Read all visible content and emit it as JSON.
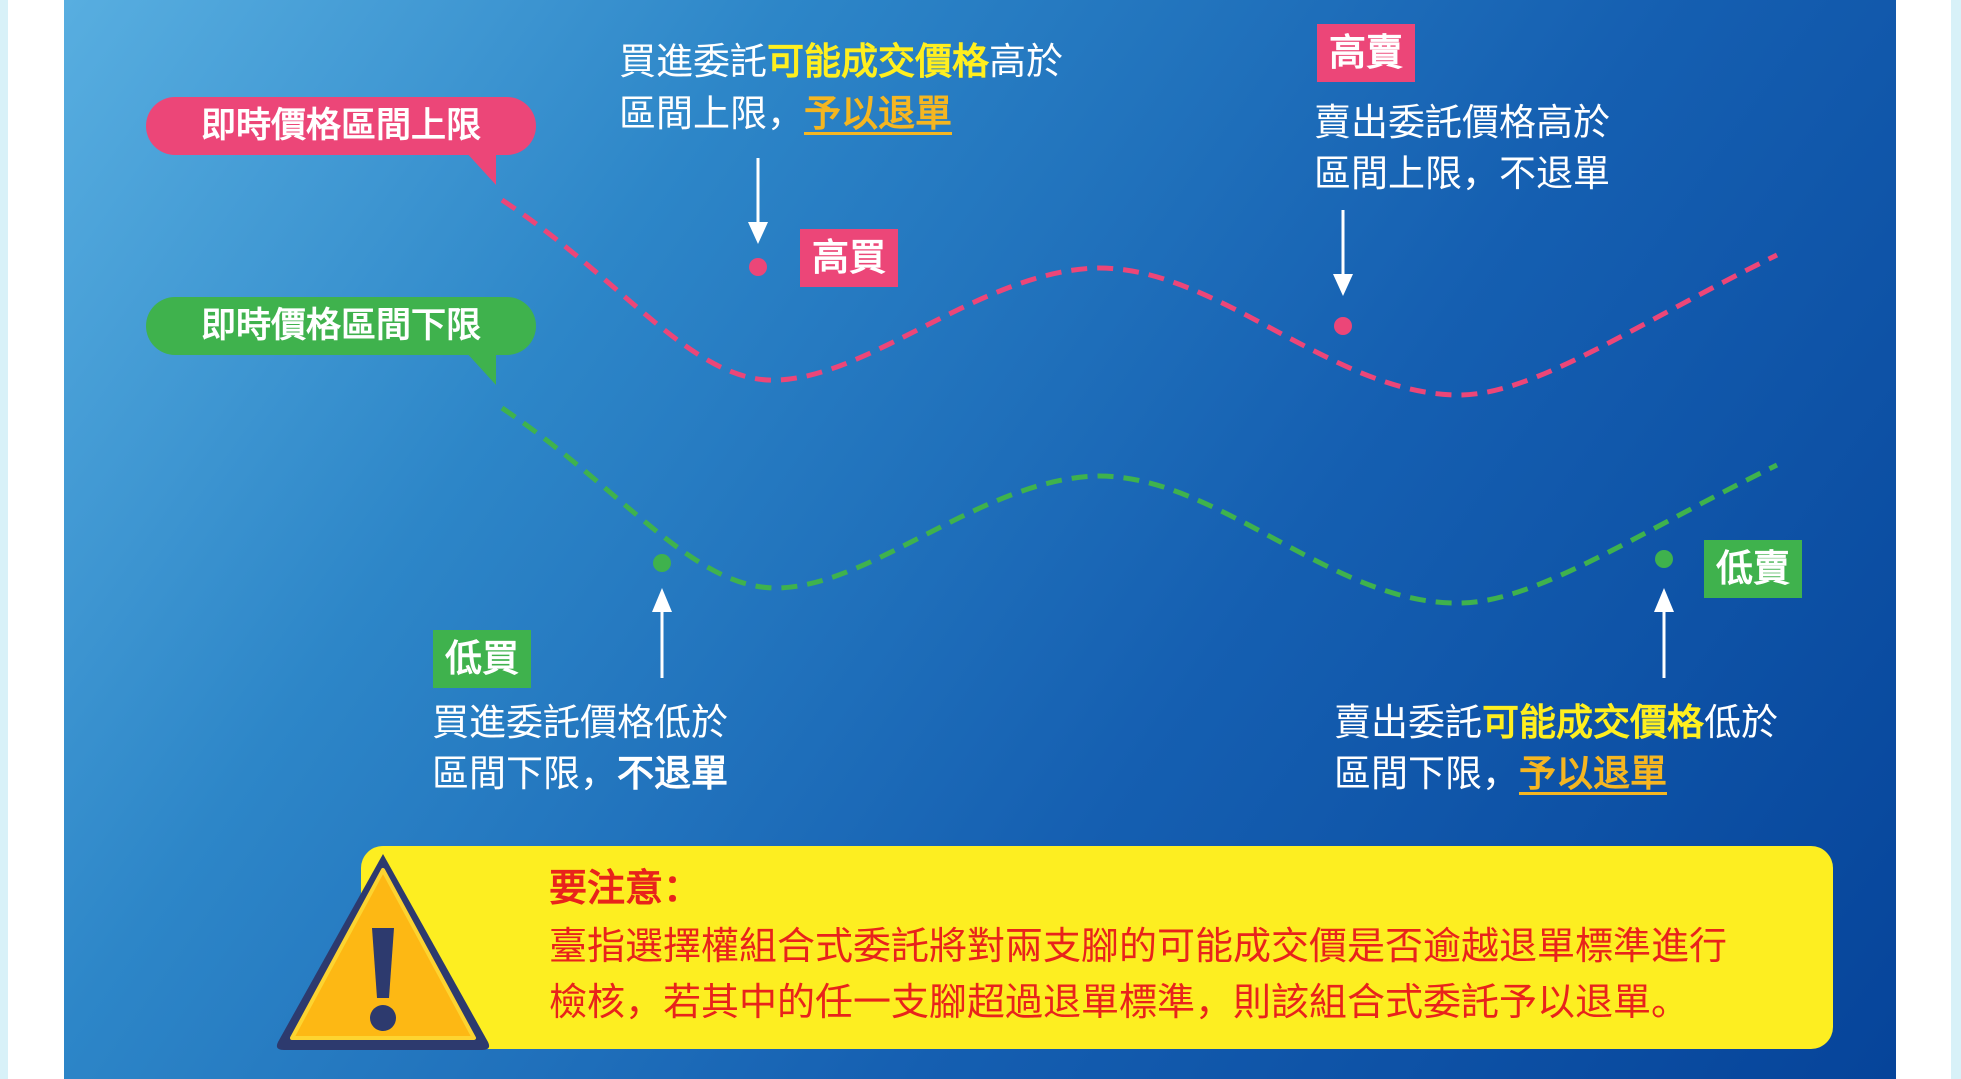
{
  "labels": {
    "upper_limit": "即時價格區間上限",
    "lower_limit": "即時價格區間下限"
  },
  "tags": {
    "high_buy": "高買",
    "high_sell": "高賣",
    "low_buy": "低買",
    "low_sell": "低賣"
  },
  "callouts": {
    "high_buy": {
      "line1_a": "買進委託",
      "line1_b": "可能成交價格",
      "line1_c": "高於",
      "line2_a": "區間上限，",
      "line2_b": "予以退單"
    },
    "high_sell": {
      "line1": "賣出委託價格高於",
      "line2": "區間上限，不退單"
    },
    "low_buy": {
      "line1": "買進委託價格低於",
      "line2_a": "區間下限，",
      "line2_b": "不退單"
    },
    "low_sell": {
      "line1_a": "賣出委託",
      "line1_b": "可能成交價格",
      "line1_c": "低於",
      "line2_a": "區間下限，",
      "line2_b": "予以退單"
    }
  },
  "warning": {
    "title": "要注意：",
    "line1": "臺指選擇權組合式委託將對兩支腳的可能成交價是否逾越退單標準進行",
    "line2": "檢核，若其中的任一支腳超過退單標準，則該組合式委託予以退單。",
    "icon": "warning-triangle-icon"
  },
  "colors": {
    "upper_line": "#ec4678",
    "lower_line": "#3fb24d",
    "highlight_yellow": "#ffef1f",
    "highlight_orange": "#f5b621",
    "warning_box": "#fdee21",
    "warning_text": "#e8231b"
  }
}
